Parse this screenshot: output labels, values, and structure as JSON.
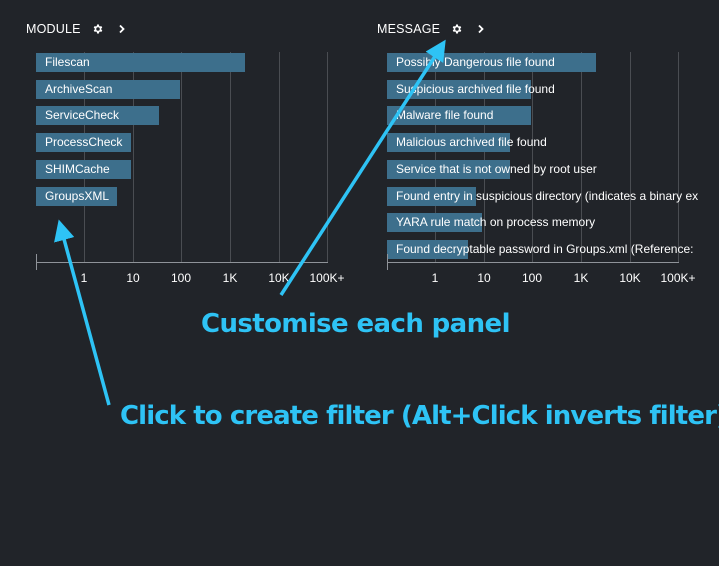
{
  "panels": [
    {
      "title": "MODULE",
      "settings_icon": "gear-icon",
      "expand_icon": "chevron-right-icon",
      "rows": [
        {
          "label": "Filescan",
          "count": 400
        },
        {
          "label": "ArchiveScan",
          "count": 40
        },
        {
          "label": "ServiceCheck",
          "count": 15
        },
        {
          "label": "ProcessCheck",
          "count": 4
        },
        {
          "label": "SHIMCache",
          "count": 4
        },
        {
          "label": "GroupsXML",
          "count": 2
        }
      ],
      "ticks": [
        "1",
        "10",
        "100",
        "1K",
        "10K",
        "100K+"
      ]
    },
    {
      "title": "MESSAGE",
      "settings_icon": "gear-icon",
      "expand_icon": "chevron-right-icon",
      "rows": [
        {
          "label": "Possibly Dangerous file found",
          "count": 400
        },
        {
          "label": "Suspicious archived file found",
          "count": 40
        },
        {
          "label": "Malware file found",
          "count": 40
        },
        {
          "label": "Malicious archived file found",
          "count": 15
        },
        {
          "label": "Service that is not owned by root user",
          "count": 15
        },
        {
          "label": "Found entry in suspicious directory (indicates a binary ex",
          "count": 3
        },
        {
          "label": "YARA rule match on process memory",
          "count": 4
        },
        {
          "label": "Found decryptable password in Groups.xml (Reference:",
          "count": 2
        }
      ],
      "ticks": [
        "1",
        "10",
        "100",
        "1K",
        "10K",
        "100K+"
      ]
    }
  ],
  "callouts": {
    "customise": "Customise each panel",
    "filter": "Click to create filter (Alt+Click inverts filter)"
  },
  "colors": {
    "background": "#212429",
    "bar": "#3d6f8c",
    "callout": "#2ec3f5"
  }
}
